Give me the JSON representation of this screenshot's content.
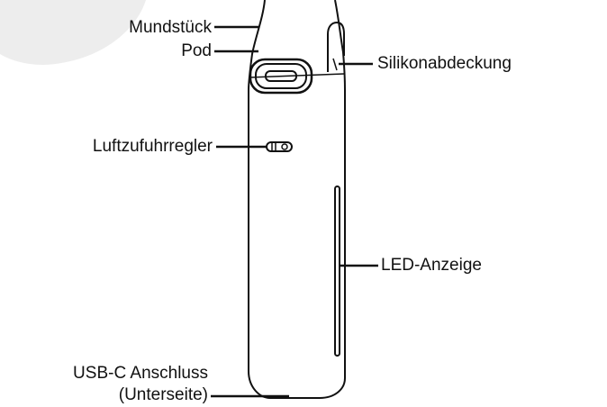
{
  "diagram": {
    "labels": {
      "mouthpiece": "Mundstück",
      "pod": "Pod",
      "silicone_cover": "Silikonabdeckung",
      "airflow_control": "Luftzufuhrregler",
      "led_indicator": "LED-Anzeige",
      "usb_c_line1": "USB-C Anschluss",
      "usb_c_line2": "(Unterseite)"
    }
  },
  "colors": {
    "line": "#111111",
    "watermark": "#ededed",
    "background": "#ffffff"
  }
}
